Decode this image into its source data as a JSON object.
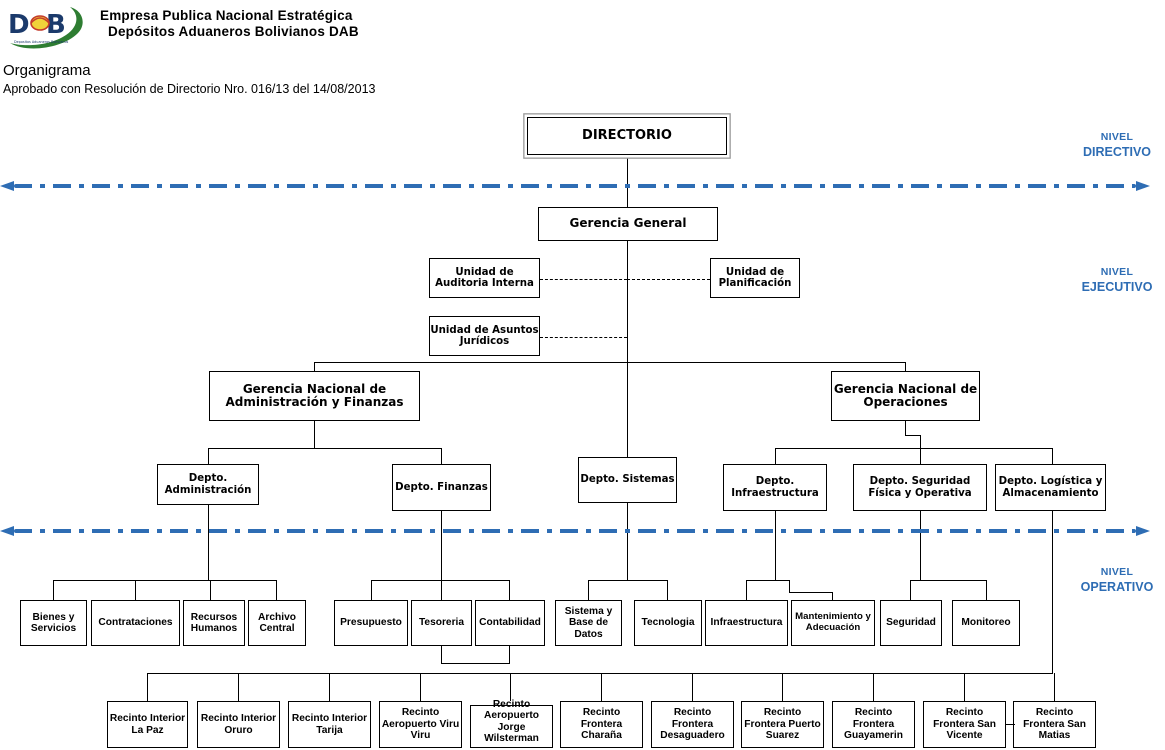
{
  "header": {
    "logo_alt": "DAB logo",
    "company_line1": "Empresa Publica Nacional Estratégica",
    "company_line2": "Depósitos Aduaneros Bolivianos DAB",
    "doc_title": "Organigrama",
    "doc_subtitle": "Aprobado con Resolución de Directorio Nro. 016/13 del 14/08/2013"
  },
  "levels": [
    {
      "small": "NIVEL",
      "big": "DIRECTIVO"
    },
    {
      "small": "NIVEL",
      "big": "EJECUTIVO"
    },
    {
      "small": "NIVEL",
      "big": "OPERATIVO"
    }
  ],
  "colors": {
    "accent_blue": "#2E6DB4",
    "box_border": "#000000",
    "outer_border_gray": "#9a9a9a",
    "background": "#ffffff"
  },
  "chart": {
    "directorio": "DIRECTORIO",
    "gerencia_general": "Gerencia General",
    "staff": {
      "auditoria": "Unidad de Auditoria Interna",
      "planificacion": "Unidad de Planificación",
      "juridicos": "Unidad de Asuntos Jurídicos"
    },
    "gerencias": {
      "administracion_finanzas": "Gerencia Nacional de Administración y Finanzas",
      "operaciones": "Gerencia Nacional de Operaciones"
    },
    "departamentos": {
      "administracion": "Depto. Administración",
      "finanzas": "Depto. Finanzas",
      "sistemas": "Depto. Sistemas",
      "infraestructura": "Depto. Infraestructura",
      "seguridad_fisica": "Depto. Seguridad Física y Operativa",
      "logistica": "Depto. Logística y Almacenamiento"
    },
    "unidades_operativas": [
      "Bienes y Servicios",
      "Contrataciones",
      "Recursos Humanos",
      "Archivo Central",
      "Presupuesto",
      "Tesoreria",
      "Contabilidad",
      "Sistema y Base de Datos",
      "Tecnologia",
      "Infraestructura",
      "Mantenimiento y Adecuación",
      "Seguridad",
      "Monitoreo"
    ],
    "recintos": [
      "Recinto Interior La Paz",
      "Recinto Interior Oruro",
      "Recinto Interior Tarija",
      "Recinto Aeropuerto Viru Viru",
      "Recinto Aeropuerto Jorge Wilsterman",
      "Recinto Frontera Charaña",
      "Recinto Frontera Desaguadero",
      "Recinto Frontera Puerto Suarez",
      "Recinto Frontera Guayamerin",
      "Recinto Frontera San Vicente",
      "Recinto Frontera San Matias"
    ]
  }
}
